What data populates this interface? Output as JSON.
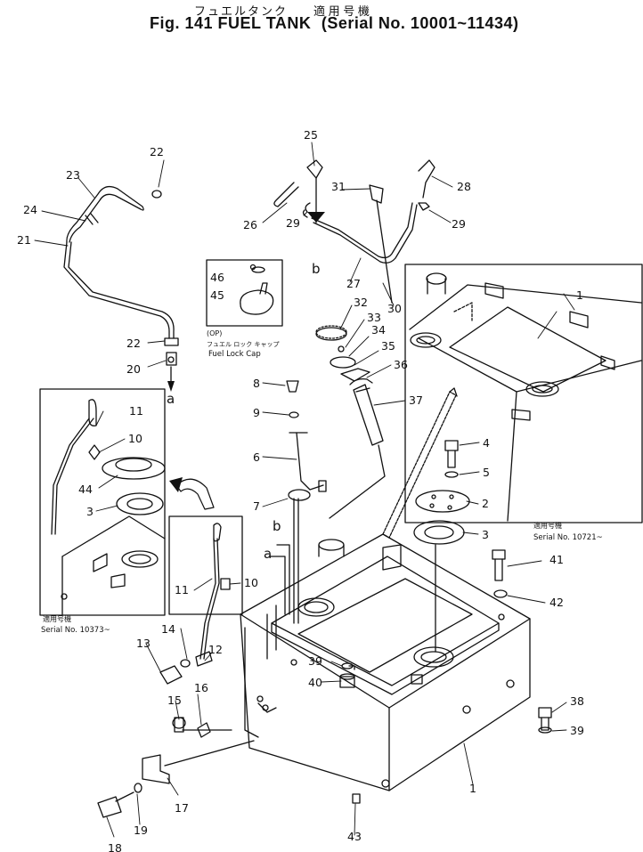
{
  "header": {
    "title_jp": "フュエルタンク",
    "title_prefix": "Fig. 141 FUEL TANK",
    "applicable_jp": "適 用 号 機",
    "serial_range": "Serial No. 10001~11434"
  },
  "insets": {
    "lock_cap": {
      "op_label": "(OP)",
      "jp_label": "フュエル ロック キャップ",
      "en_label": "Fuel Lock Cap"
    },
    "left": {
      "jp_label": "適用号機",
      "serial_label": "Serial No. 10373~"
    },
    "right": {
      "jp_label": "適用号機",
      "serial_label": "Serial No. 10721~"
    }
  },
  "connectors": [
    "a",
    "b"
  ],
  "part_numbers": [
    {
      "id": "p1a",
      "label": "1"
    },
    {
      "id": "p1b",
      "label": "1"
    },
    {
      "id": "p2",
      "label": "2"
    },
    {
      "id": "p3a",
      "label": "3"
    },
    {
      "id": "p3b",
      "label": "3"
    },
    {
      "id": "p4",
      "label": "4"
    },
    {
      "id": "p5",
      "label": "5"
    },
    {
      "id": "p6",
      "label": "6"
    },
    {
      "id": "p7",
      "label": "7"
    },
    {
      "id": "p8",
      "label": "8"
    },
    {
      "id": "p9",
      "label": "9"
    },
    {
      "id": "p10a",
      "label": "10"
    },
    {
      "id": "p10b",
      "label": "10"
    },
    {
      "id": "p11a",
      "label": "11"
    },
    {
      "id": "p11b",
      "label": "11"
    },
    {
      "id": "p12",
      "label": "12"
    },
    {
      "id": "p13",
      "label": "13"
    },
    {
      "id": "p14",
      "label": "14"
    },
    {
      "id": "p15",
      "label": "15"
    },
    {
      "id": "p16",
      "label": "16"
    },
    {
      "id": "p17",
      "label": "17"
    },
    {
      "id": "p18",
      "label": "18"
    },
    {
      "id": "p19",
      "label": "19"
    },
    {
      "id": "p20",
      "label": "20"
    },
    {
      "id": "p21",
      "label": "21"
    },
    {
      "id": "p22a",
      "label": "22"
    },
    {
      "id": "p22b",
      "label": "22"
    },
    {
      "id": "p23",
      "label": "23"
    },
    {
      "id": "p24",
      "label": "24"
    },
    {
      "id": "p25",
      "label": "25"
    },
    {
      "id": "p26",
      "label": "26"
    },
    {
      "id": "p27",
      "label": "27"
    },
    {
      "id": "p28",
      "label": "28"
    },
    {
      "id": "p29a",
      "label": "29"
    },
    {
      "id": "p29b",
      "label": "29"
    },
    {
      "id": "p30",
      "label": "30"
    },
    {
      "id": "p31",
      "label": "31"
    },
    {
      "id": "p32",
      "label": "32"
    },
    {
      "id": "p33",
      "label": "33"
    },
    {
      "id": "p34",
      "label": "34"
    },
    {
      "id": "p35",
      "label": "35"
    },
    {
      "id": "p36",
      "label": "36"
    },
    {
      "id": "p37",
      "label": "37"
    },
    {
      "id": "p38",
      "label": "38"
    },
    {
      "id": "p39a",
      "label": "39"
    },
    {
      "id": "p39b",
      "label": "39"
    },
    {
      "id": "p40",
      "label": "40"
    },
    {
      "id": "p41",
      "label": "41"
    },
    {
      "id": "p42",
      "label": "42"
    },
    {
      "id": "p43",
      "label": "43"
    },
    {
      "id": "p44",
      "label": "44"
    },
    {
      "id": "p45",
      "label": "45"
    },
    {
      "id": "p46",
      "label": "46"
    }
  ]
}
